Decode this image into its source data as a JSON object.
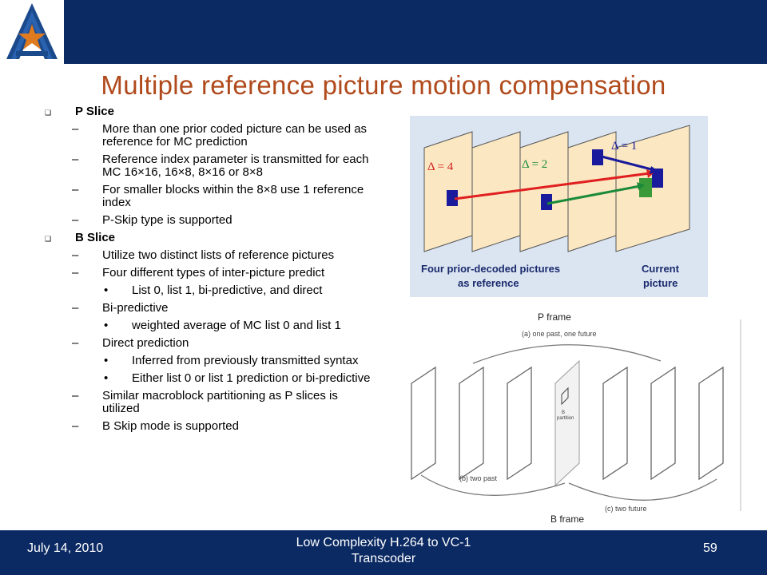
{
  "title": "Multiple reference picture motion compensation",
  "sections": [
    {
      "heading": "P Slice",
      "items": [
        {
          "text": "More than one prior coded picture can be used as reference for MC prediction"
        },
        {
          "text": "Reference index parameter is transmitted for each MC 16×16, 16×8, 8×16 or 8×8"
        },
        {
          "text": "For smaller blocks within the 8×8 use 1 reference index"
        },
        {
          "text": "P-Skip type is supported"
        }
      ]
    },
    {
      "heading": "B Slice",
      "items": [
        {
          "text": "Utilize two distinct lists of reference pictures"
        },
        {
          "text": "Four different types of inter-picture predict"
        },
        {
          "sub": "List 0, list 1, bi-predictive, and direct"
        },
        {
          "text": "Bi-predictive"
        },
        {
          "sub": "weighted average of MC list 0 and list 1"
        },
        {
          "text": "Direct prediction"
        },
        {
          "sub": "Inferred from previously transmitted syntax"
        },
        {
          "sub": "Either list 0 or list 1 prediction or bi-predictive"
        },
        {
          "text": "Similar macroblock partitioning as P slices is utilized"
        },
        {
          "text": "B Skip mode is supported"
        }
      ]
    }
  ],
  "figure1": {
    "delta_4": "Δ = 4",
    "delta_2": "Δ = 2",
    "delta_1": "Δ = 1",
    "left_caption_line1": "Four  prior-decoded pictures",
    "left_caption_line2": "as reference",
    "right_caption_line1": "Current",
    "right_caption_line2": "picture"
  },
  "figure2": {
    "label_top": "P frame",
    "label_bottom": "B frame",
    "arc_a": "(a) one past, one future",
    "arc_b": "(b) two past",
    "arc_c": "(c) two future",
    "partition_label_1": "B",
    "partition_label_2": "partition"
  },
  "footer": {
    "date": "July 14, 2010",
    "title_line1": "Low Complexity H.264 to VC-1",
    "title_line2": "Transcoder",
    "page": "59"
  },
  "colors": {
    "header_bar": "#0b2a63",
    "title": "#b04a1c",
    "figure_bg": "#dbe5f2",
    "frame_fill": "#fbe8c2"
  }
}
